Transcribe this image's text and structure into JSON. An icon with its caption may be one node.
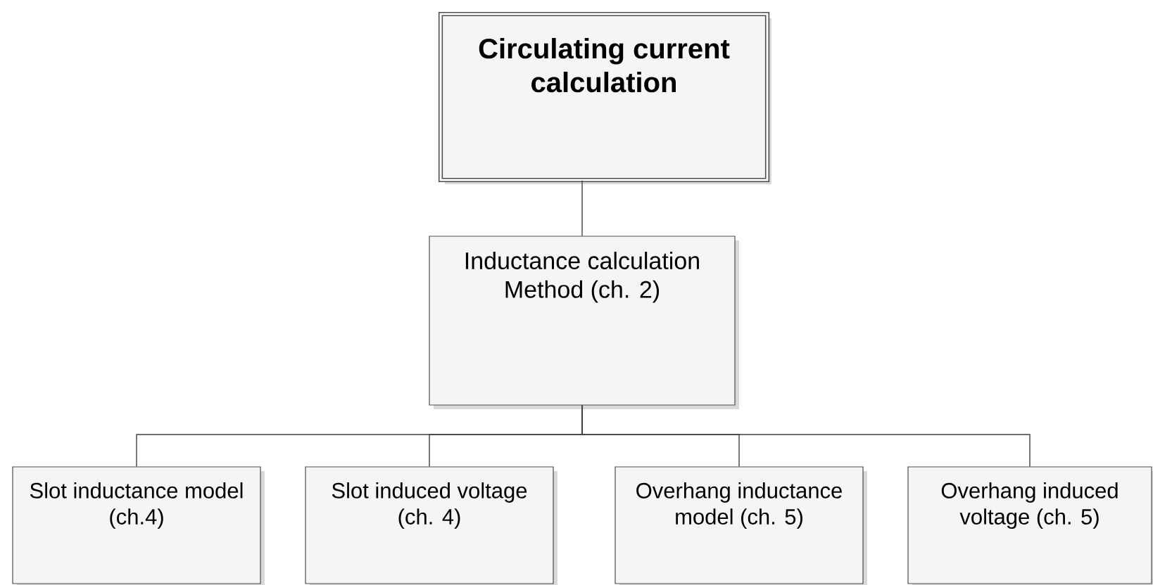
{
  "diagram": {
    "nodes": [
      {
        "text": [
          "Circulating current calculation"
        ]
      },
      {
        "text": [
          "Inductance calculation Method (ch. 2)"
        ]
      },
      {
        "text": [
          "Slot inductance model (ch.4)"
        ]
      },
      {
        "text": [
          "Slot induced voltage (ch. 4)"
        ]
      },
      {
        "text": [
          "Overhang inductance model (ch. 5)"
        ]
      },
      {
        "text": [
          "Overhang induced voltage (ch. 5)"
        ]
      }
    ],
    "edges": [
      {
        "from": 0,
        "to": 1,
        "arrow": "none"
      },
      {
        "from": 1,
        "to": 2,
        "arrow": "none"
      },
      {
        "from": 1,
        "to": 3,
        "arrow": "none"
      },
      {
        "from": 1,
        "to": 4,
        "arrow": "none"
      },
      {
        "from": 1,
        "to": 5,
        "arrow": "none"
      }
    ]
  }
}
